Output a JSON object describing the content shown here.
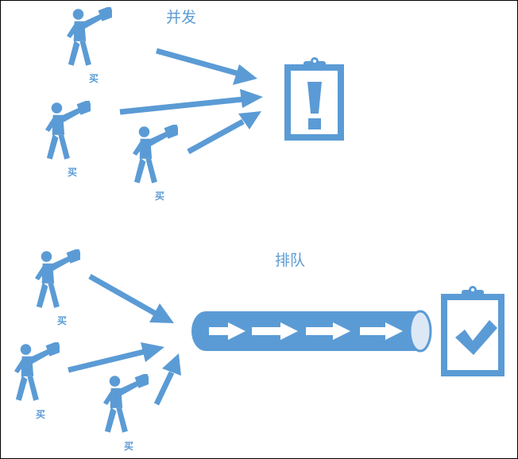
{
  "colors": {
    "primary": "#5b9bd5",
    "light": "#dce8f5",
    "background": "#ffffff"
  },
  "sections": {
    "concurrent": {
      "title": "并发",
      "buyers": [
        {
          "label": "买"
        },
        {
          "label": "买"
        },
        {
          "label": "买"
        }
      ],
      "target_icon": "clipboard-exclamation-icon"
    },
    "queue": {
      "title": "排队",
      "buyers": [
        {
          "label": "买"
        },
        {
          "label": "买"
        },
        {
          "label": "买"
        }
      ],
      "pipe_icon": "queue-pipe-icon",
      "target_icon": "clipboard-check-icon"
    }
  }
}
